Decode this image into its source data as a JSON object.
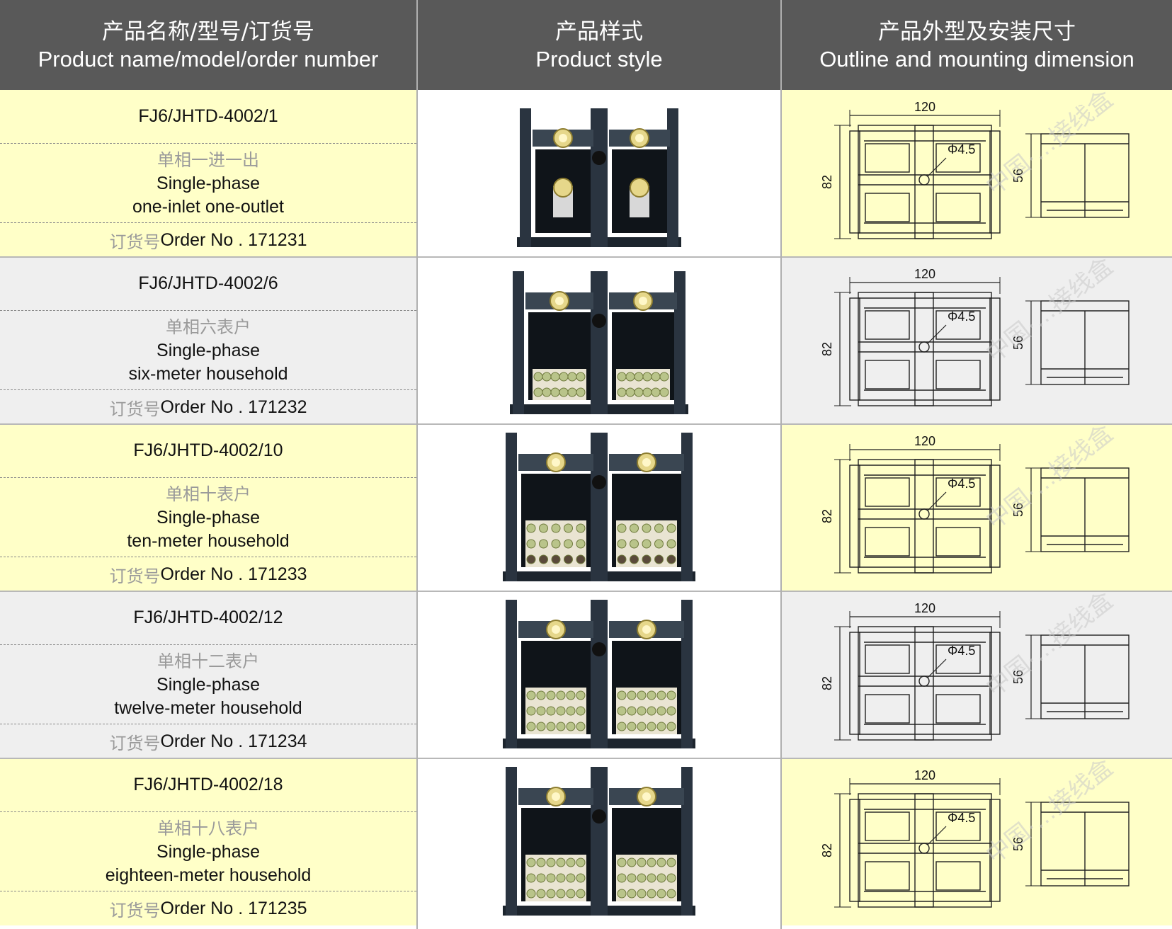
{
  "header": {
    "col1_zh": "产品名称/型号/订货号",
    "col1_en": "Product name/model/order number",
    "col2_zh": "产品样式",
    "col2_en": "Product style",
    "col3_zh": "产品外型及安装尺寸",
    "col3_en": "Outline and mounting dimension"
  },
  "dimensions": {
    "width": "120",
    "height": "82",
    "depth": "56",
    "hole": "Φ4.5"
  },
  "watermark": "中国·…接线盒",
  "colors": {
    "header_bg": "#595959",
    "row_yellow": "#ffffc8",
    "row_gray": "#efefef",
    "product_body": "#2a3440"
  },
  "rows": [
    {
      "model": "FJ6/JHTD-4002/1",
      "desc_zh": "单相一进一出",
      "desc_en1": "Single-phase",
      "desc_en2": "one-inlet one-outlet",
      "order_zh": "订货号",
      "order_en": "Order No . 171231"
    },
    {
      "model": "FJ6/JHTD-4002/6",
      "desc_zh": "单相六表户",
      "desc_en1": "Single-phase",
      "desc_en2": "six-meter household",
      "order_zh": "订货号",
      "order_en": "Order No . 171232"
    },
    {
      "model": "FJ6/JHTD-4002/10",
      "desc_zh": "单相十表户",
      "desc_en1": "Single-phase",
      "desc_en2": "ten-meter household",
      "order_zh": "订货号",
      "order_en": "Order No . 171233"
    },
    {
      "model": "FJ6/JHTD-4002/12",
      "desc_zh": "单相十二表户",
      "desc_en1": "Single-phase",
      "desc_en2": "twelve-meter household",
      "order_zh": "订货号",
      "order_en": "Order No . 171234"
    },
    {
      "model": "FJ6/JHTD-4002/18",
      "desc_zh": "单相十八表户",
      "desc_en1": "Single-phase",
      "desc_en2": "eighteen-meter household",
      "order_zh": "订货号",
      "order_en": "Order No . 171235"
    }
  ]
}
